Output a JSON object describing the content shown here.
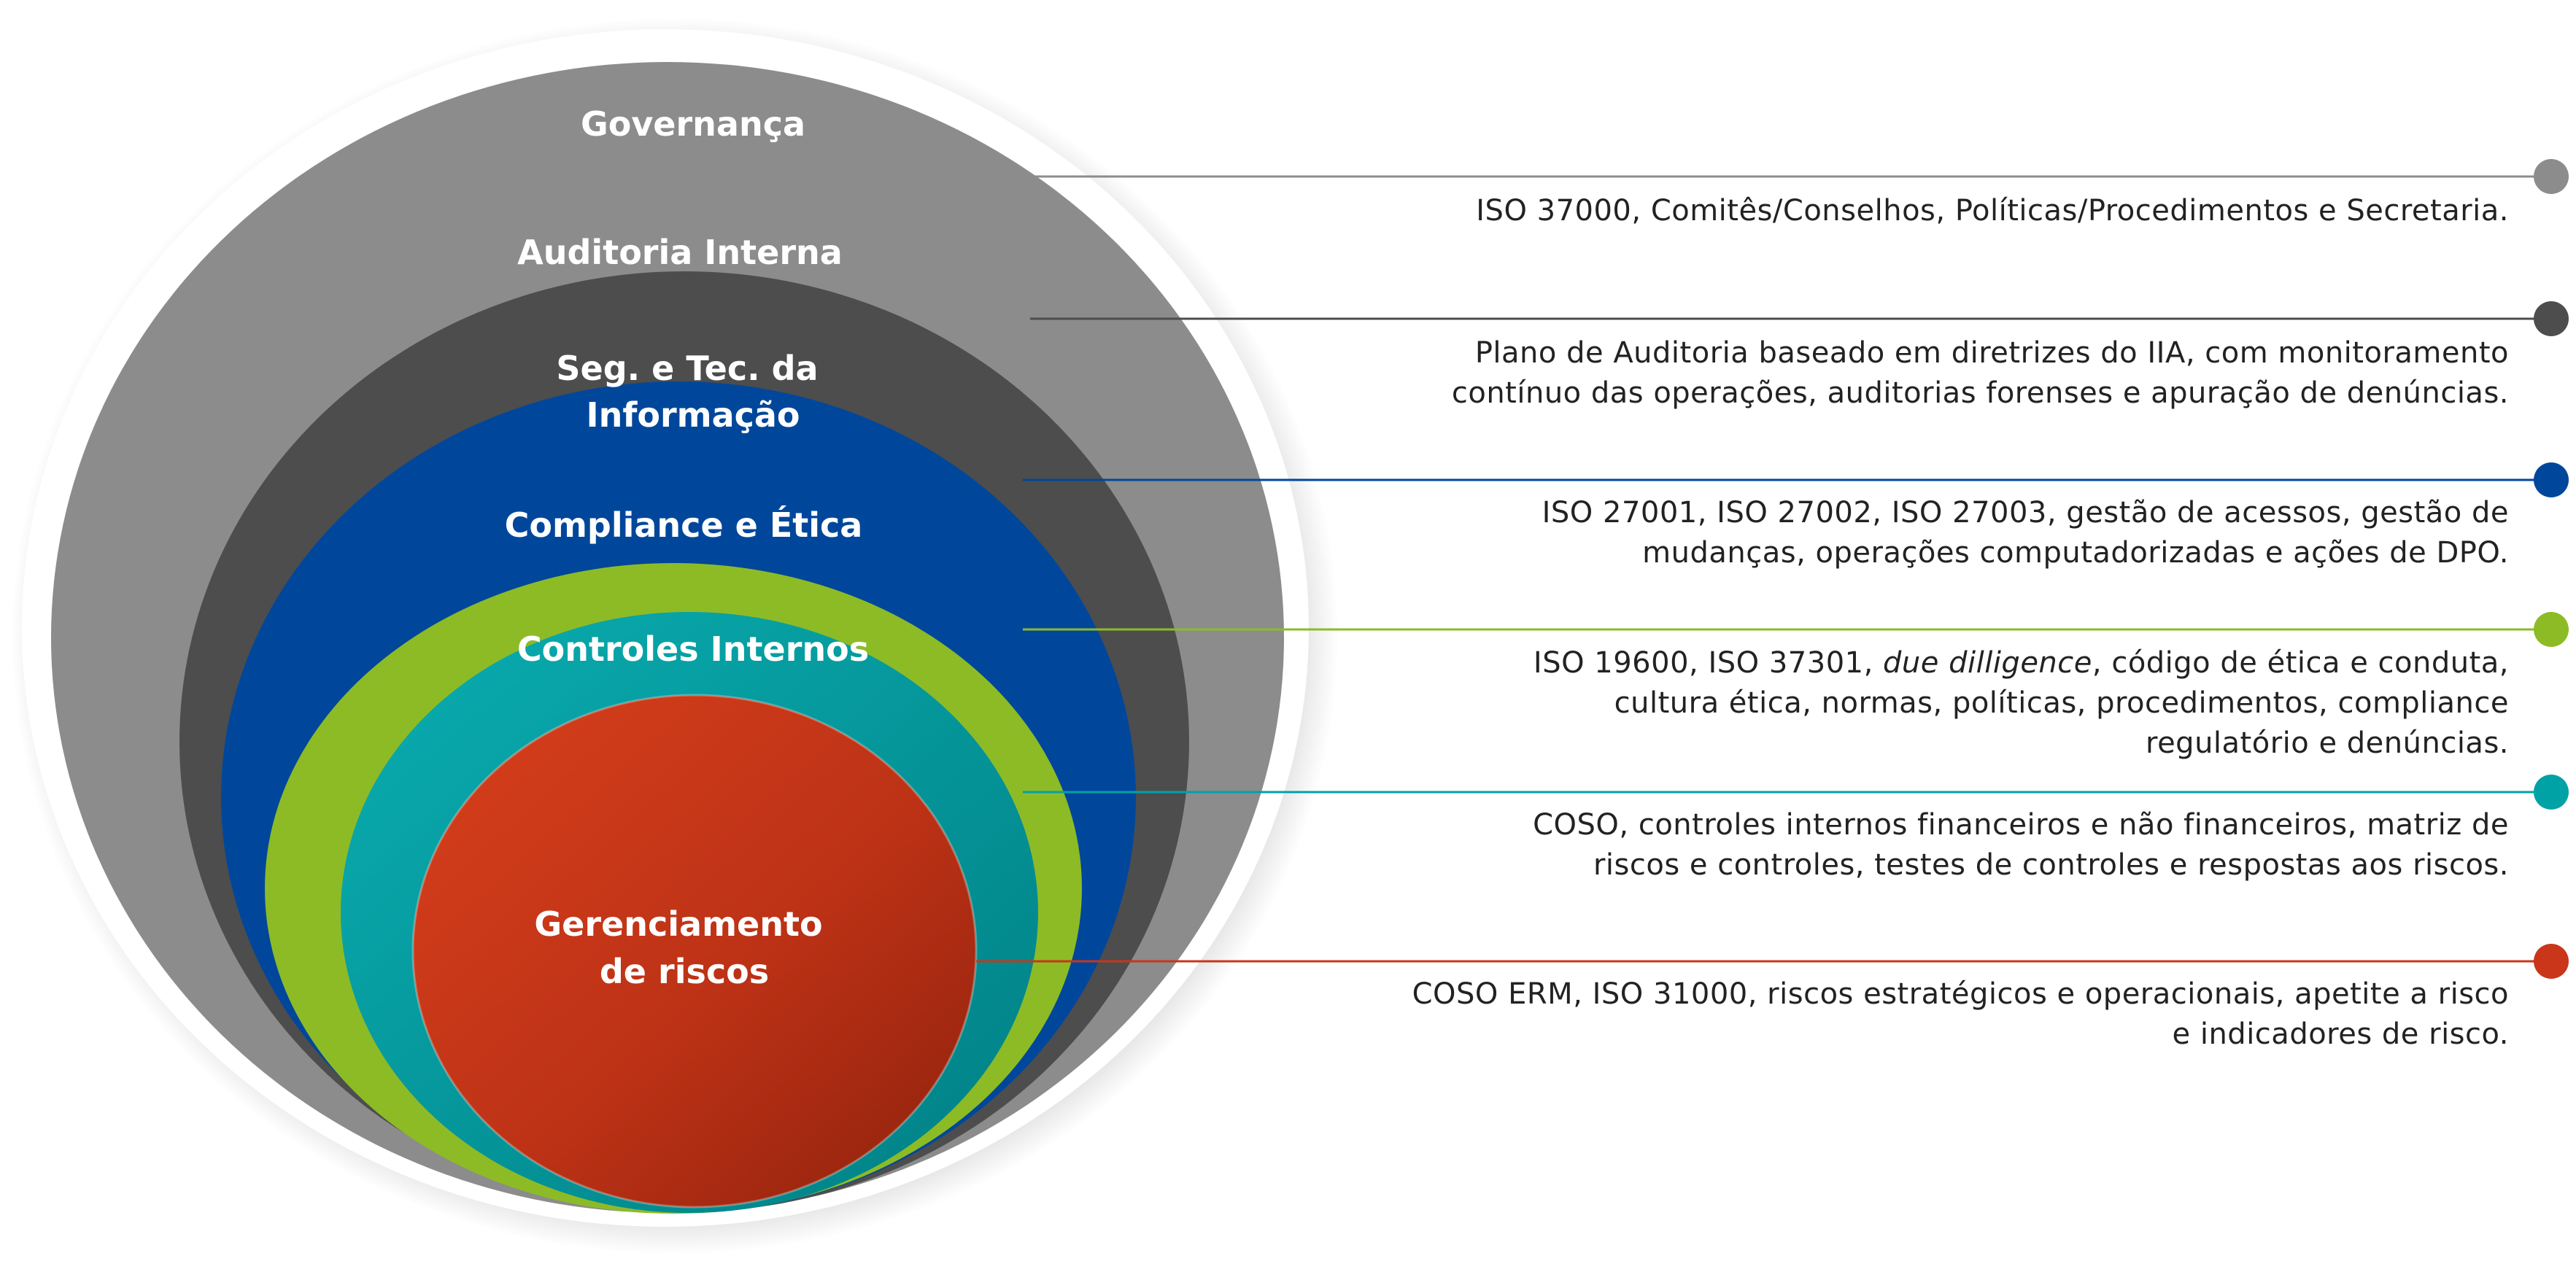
{
  "layers": [
    {
      "key": "governanca",
      "title_lines": [
        "Governança"
      ],
      "color": "#8c8c8c",
      "desc_lines": [
        [
          {
            "t": "ISO 37000, Comitês/Conselhos, Políticas/Procedimentos e Secretaria."
          }
        ]
      ]
    },
    {
      "key": "auditoria",
      "title_lines": [
        "Auditoria Interna"
      ],
      "color": "#4d4d4d",
      "desc_lines": [
        [
          {
            "t": "Plano de Auditoria baseado em diretrizes do IIA, com monitoramento"
          }
        ],
        [
          {
            "t": "contínuo das operações, auditorias forenses e apuração de denúncias."
          }
        ]
      ]
    },
    {
      "key": "seguranca",
      "title_lines": [
        "Seg. e Tec. da",
        "Informação"
      ],
      "color": "#00479b",
      "desc_lines": [
        [
          {
            "t": "ISO 27001, ISO 27002, ISO 27003, gestão de acessos, gestão de"
          }
        ],
        [
          {
            "t": "mudanças, operações computadorizadas e ações de DPO."
          }
        ]
      ]
    },
    {
      "key": "compliance",
      "title_lines": [
        "Compliance e Ética"
      ],
      "color": "#8dbb26",
      "desc_lines": [
        [
          {
            "t": "ISO 19600, ISO 37301, "
          },
          {
            "t": "due dilligence",
            "i": true
          },
          {
            "t": ", código de ética e conduta,"
          }
        ],
        [
          {
            "t": "cultura ética, normas, políticas, procedimentos, compliance"
          }
        ],
        [
          {
            "t": "regulatório e denúncias."
          }
        ]
      ]
    },
    {
      "key": "controles",
      "title_lines": [
        "Controles Internos"
      ],
      "color": "#00a2a6",
      "desc_lines": [
        [
          {
            "t": "COSO, controles internos financeiros e não financeiros, matriz de"
          }
        ],
        [
          {
            "t": "riscos e controles, testes de controles e respostas aos riscos."
          }
        ]
      ]
    },
    {
      "key": "riscos",
      "title_lines": [
        "Gerenciamento",
        "de riscos"
      ],
      "color": "#c9361a",
      "desc_lines": [
        [
          {
            "t": "COSO ERM, ISO 31000, riscos estratégicos e operacionais, apetite a risco"
          }
        ],
        [
          {
            "t": "e indicadores de risco."
          }
        ]
      ]
    }
  ]
}
